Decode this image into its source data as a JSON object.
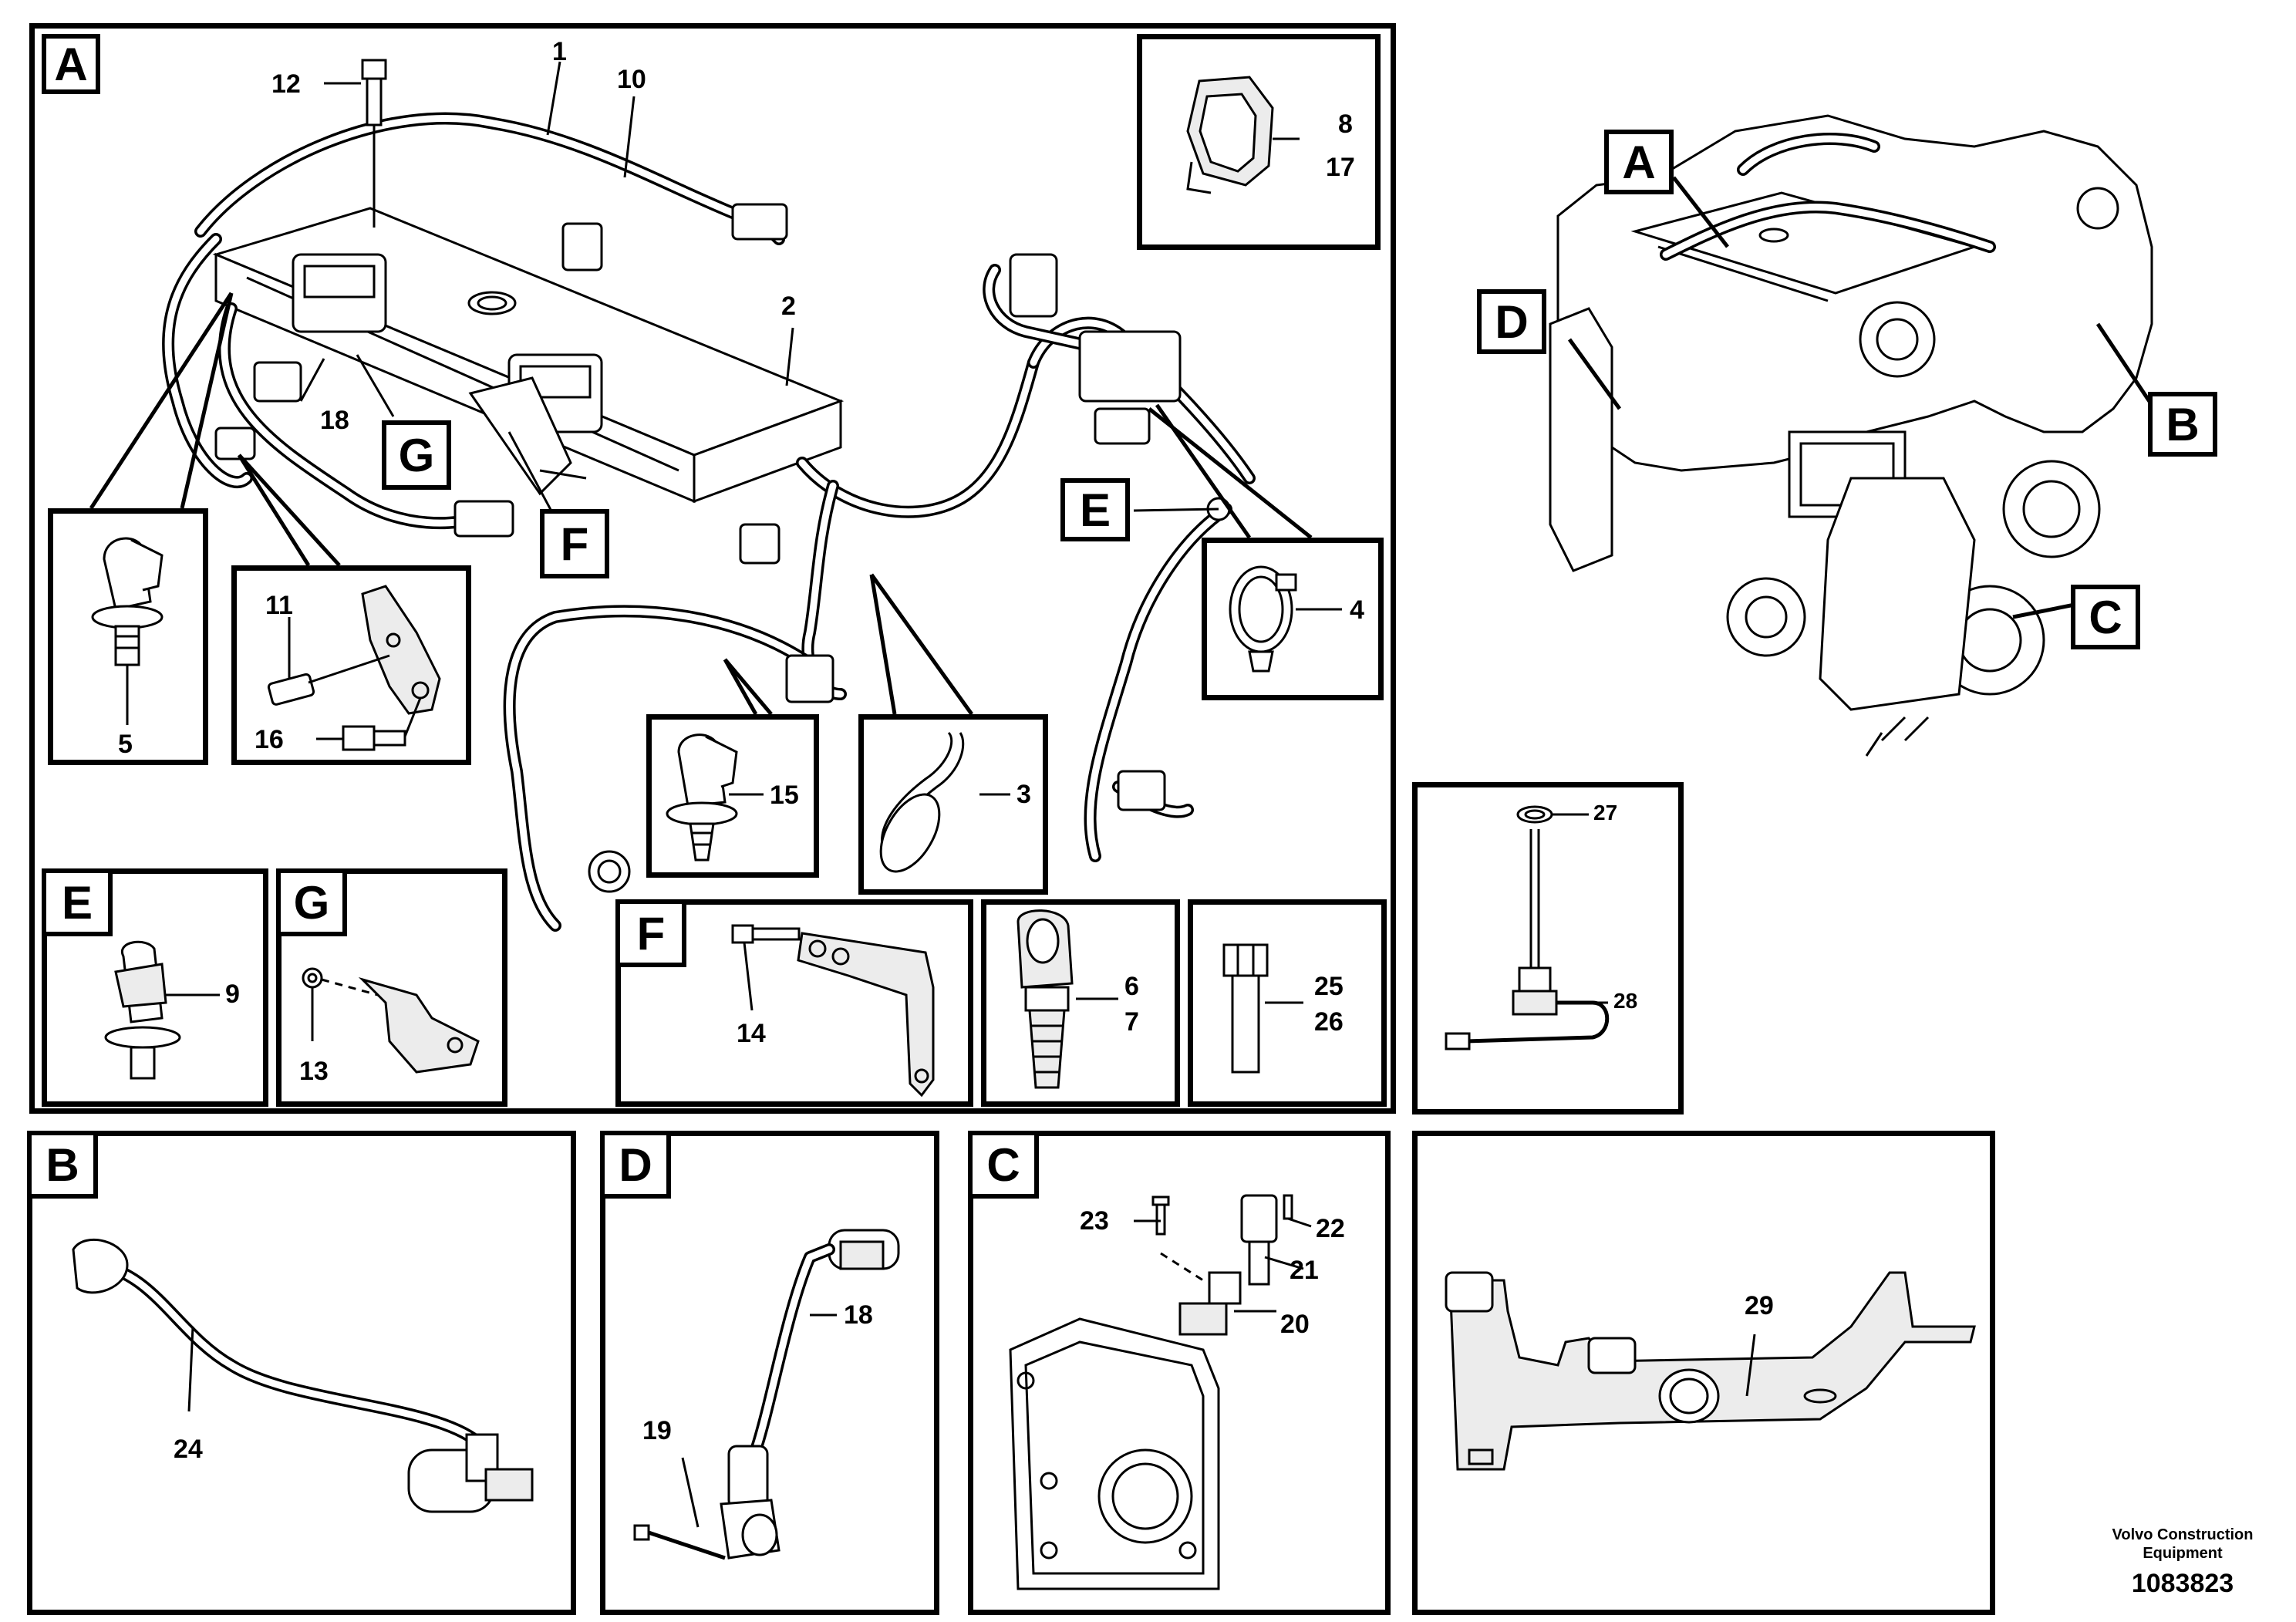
{
  "panels": {
    "A": {
      "tag": "A",
      "labels": {
        "n1": "1",
        "n10": "10",
        "n12": "12",
        "n2": "2",
        "n18": "18",
        "n4": "4",
        "n3": "3",
        "n15": "15",
        "n5": "5",
        "n11": "11",
        "n16": "16",
        "n8": "8",
        "n17": "17"
      },
      "callouts": {
        "G": "G",
        "F": "F",
        "E": "E"
      }
    },
    "inset_8_17": {},
    "inset_5": {},
    "inset_11_16": {},
    "inset_15": {},
    "inset_3": {},
    "inset_4": {},
    "E": {
      "tag": "E",
      "label": "9"
    },
    "G": {
      "tag": "G",
      "label": "13"
    },
    "F": {
      "tag": "F",
      "label": "14"
    },
    "inset_6_7": {
      "label_a": "6",
      "label_b": "7"
    },
    "inset_25_26": {
      "label_a": "25",
      "label_b": "26"
    },
    "inset_27_28": {
      "label_a": "27",
      "label_b": "28"
    },
    "B": {
      "tag": "B",
      "label": "24"
    },
    "D": {
      "tag": "D",
      "label_a": "18",
      "label_b": "19"
    },
    "C": {
      "tag": "C",
      "labels": [
        "23",
        "22",
        "21",
        "20"
      ]
    },
    "inset_29": {
      "label": "29"
    }
  },
  "overview": {
    "tags": [
      "A",
      "D",
      "B",
      "C"
    ]
  },
  "footer": {
    "company_line1": "Volvo Construction",
    "company_line2": "Equipment",
    "part_number": "1083823"
  }
}
